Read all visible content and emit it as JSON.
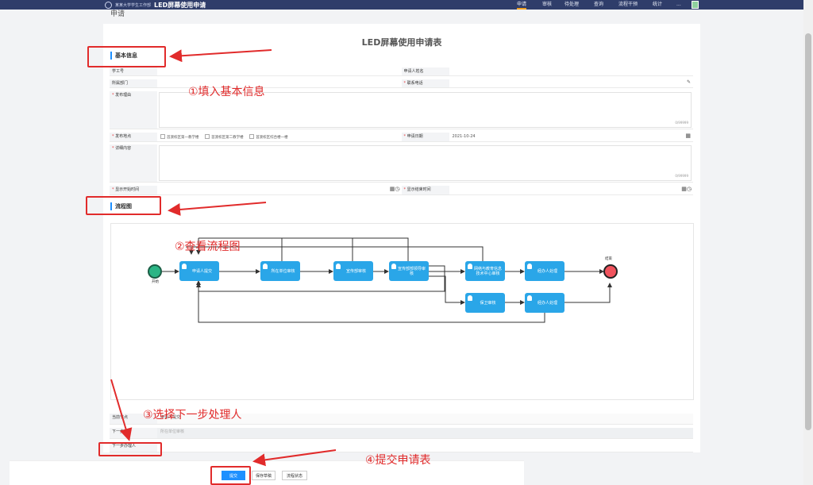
{
  "topbar": {
    "university_label": "某某大学学生工作部",
    "app_title": "LED屏幕使用申请",
    "nav": [
      "申请",
      "审核",
      "待处理",
      "查询",
      "流程干预",
      "统计",
      "..."
    ]
  },
  "page": {
    "title": "申请",
    "form_title": "LED屏幕使用申请表"
  },
  "sections": {
    "basic_info": "基本信息",
    "flowchart": "流程图"
  },
  "form": {
    "student_id_label": "学工号",
    "student_id_value": "",
    "applicant_name_label": "申请人姓名",
    "applicant_name_value": "",
    "department_label": "所属部门",
    "department_value": "",
    "phone_label": "联系电话",
    "phone_value": "",
    "reason_label": "发布理由",
    "reason_counter": "0/99999",
    "location_label": "发布地点",
    "location_options": [
      "首渡校区第一教学楼",
      "首渡校区第二教学楼",
      "首渡校区综合楼一楼"
    ],
    "apply_date_label": "申请日期",
    "apply_date_value": "2021-10-24",
    "detail_label": "详细内容",
    "detail_counter": "0/99999",
    "start_time_label": "显示开始时间",
    "start_time_value": "",
    "end_time_label": "显示结束时间",
    "end_time_value": ""
  },
  "flow": {
    "start": "开始",
    "end": "结束",
    "nodes": [
      "申请人提交",
      "所在单位审核",
      "宣传部审核",
      "宣传部部领导审核",
      "网络与教育信息技术中心审核",
      "经办人处理",
      "保卫审核",
      "经办人处理"
    ]
  },
  "routing": {
    "current_node_label": "当前节点",
    "current_node_value": "申请人提交",
    "next_step_label": "下一步",
    "next_step_value": "所在单位审核",
    "next_handler_label": "下一步办理人",
    "next_handler_value": ""
  },
  "buttons": {
    "submit": "提交",
    "save_draft": "保存草稿",
    "flow_status": "流程状态"
  },
  "annotations": [
    "①填入基本信息",
    "②查看流程图",
    "③选择下一步处理人",
    "④提交申请表"
  ],
  "colors": {
    "topbar": "#2f3d6a",
    "accent": "#1e90ff",
    "node": "#2aa6e8",
    "annotation": "#e12b2b",
    "start": "#2bb585",
    "end": "#f0535d"
  }
}
